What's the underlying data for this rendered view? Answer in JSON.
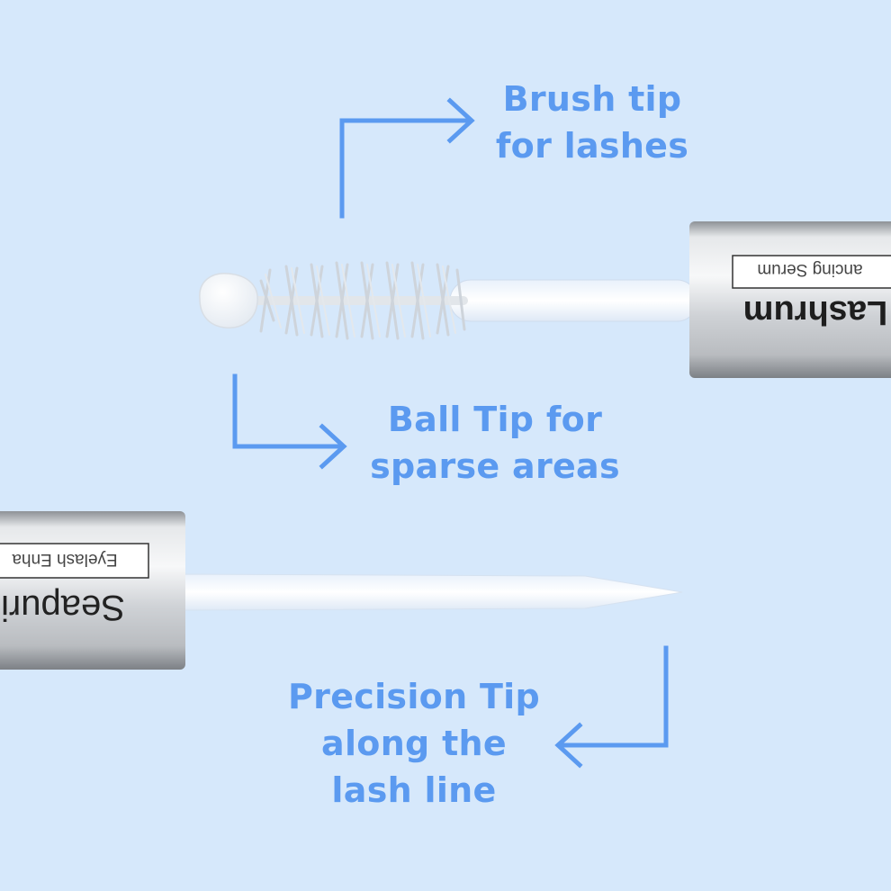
{
  "captions": {
    "brush": [
      "Brush tip",
      "for lashes"
    ],
    "ball": [
      "Ball Tip for",
      "sparse areas"
    ],
    "precision": [
      "Precision Tip",
      "along the",
      "lash line"
    ]
  },
  "caps": {
    "top": {
      "brand": "Lashrum",
      "label": "ancing Serum"
    },
    "bottom": {
      "brand": "Seapuri",
      "label": "Eyelash Enha"
    }
  },
  "colors": {
    "background": "#d6e8fb",
    "accent": "#5b9af0"
  },
  "icons": {
    "arrow-up-right": "arrow-up-right-icon",
    "arrow-down-right": "arrow-down-right-icon",
    "arrow-down-left": "arrow-down-left-icon"
  }
}
